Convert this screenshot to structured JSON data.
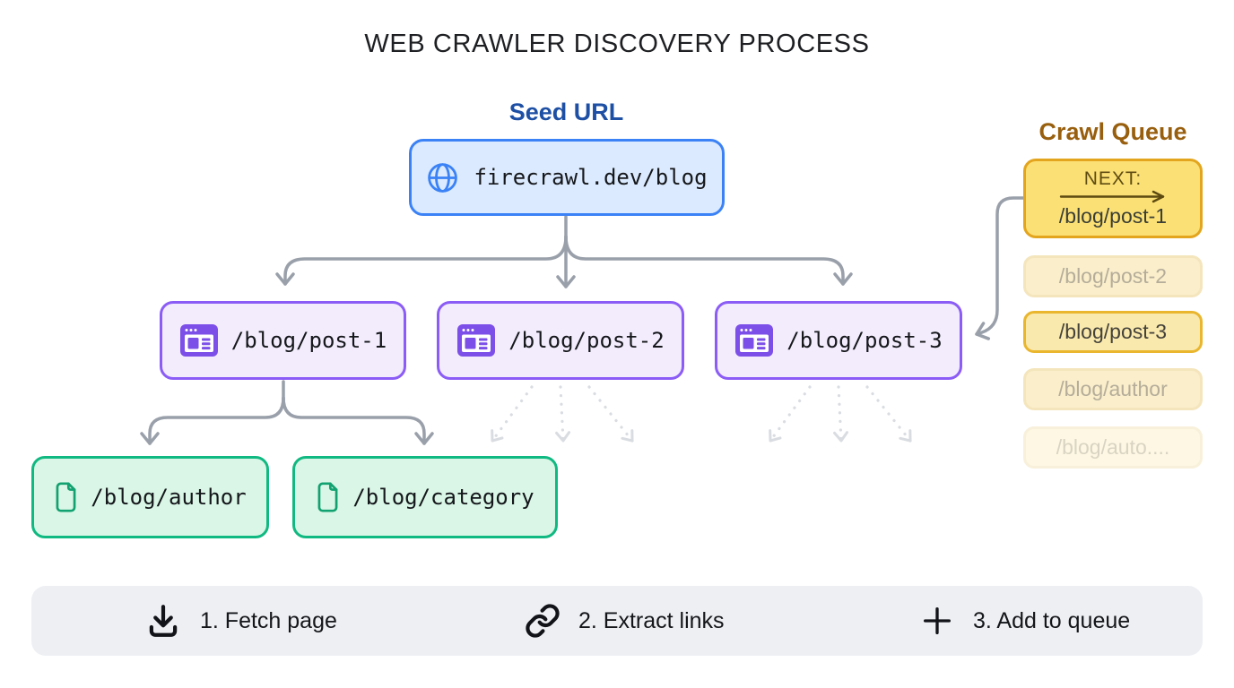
{
  "title": "WEB CRAWLER DISCOVERY PROCESS",
  "seed": {
    "label": "Seed URL",
    "url": "firecrawl.dev/blog",
    "icon": "globe-icon"
  },
  "posts": [
    {
      "label": "/blog/post-1",
      "icon": "browser-icon"
    },
    {
      "label": "/blog/post-2",
      "icon": "browser-icon"
    },
    {
      "label": "/blog/post-3",
      "icon": "browser-icon"
    }
  ],
  "subpages": [
    {
      "label": "/blog/author",
      "icon": "document-icon"
    },
    {
      "label": "/blog/category",
      "icon": "document-icon"
    }
  ],
  "queue": {
    "title": "Crawl Queue",
    "next": {
      "label": "NEXT:",
      "item": "/blog/post-1",
      "icon": "right-arrow-icon"
    },
    "items": [
      {
        "label": "/blog/post-2",
        "state": "pending"
      },
      {
        "label": "/blog/post-3",
        "state": "highlight"
      },
      {
        "label": "/blog/author",
        "state": "pending"
      },
      {
        "label": "/blog/auto....",
        "state": "ghost"
      }
    ]
  },
  "legend": [
    {
      "icon": "download-icon",
      "label": "1. Fetch page"
    },
    {
      "icon": "link-icon",
      "label": "2. Extract links"
    },
    {
      "icon": "plus-icon",
      "label": "3. Add to queue"
    }
  ],
  "colors": {
    "seed_accent": "#3b82f6",
    "seed_bg": "#dbeafe",
    "seed_label": "#1d4fa4",
    "post_accent": "#8b5cf6",
    "post_bg": "#f3ecfd",
    "subpage_accent": "#10b981",
    "subpage_bg": "#d9f6e6",
    "queue_title": "#985f0e",
    "queue_next_border": "#e3a51d",
    "queue_next_bg": "#fbe075",
    "connector": "#9aa0aa",
    "connector_dotted": "#d9dce1",
    "legend_bg": "#edeff3"
  }
}
